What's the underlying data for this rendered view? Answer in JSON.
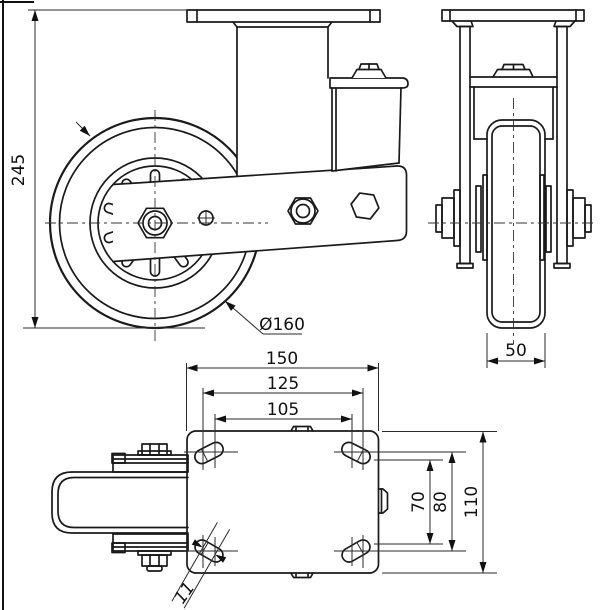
{
  "drawing": {
    "title": "swivel-caster-technical-drawing",
    "background": "#ffffff",
    "line_color": "#1a1a1a",
    "views": {
      "side_view": "side-view-swivel-caster",
      "front_view": "front-view-caster",
      "top_view": "top-view-mounting-plate"
    },
    "dimensions": {
      "overall_height": "245",
      "wheel_diameter": "Ø160",
      "wheel_width": "50",
      "plate_length": "150",
      "bolt_pattern_length_outer": "125",
      "bolt_pattern_length_inner": "105",
      "slot_width": "11",
      "bolt_pattern_depth_inner": "70",
      "bolt_pattern_depth_outer": "80",
      "plate_depth": "110"
    }
  }
}
